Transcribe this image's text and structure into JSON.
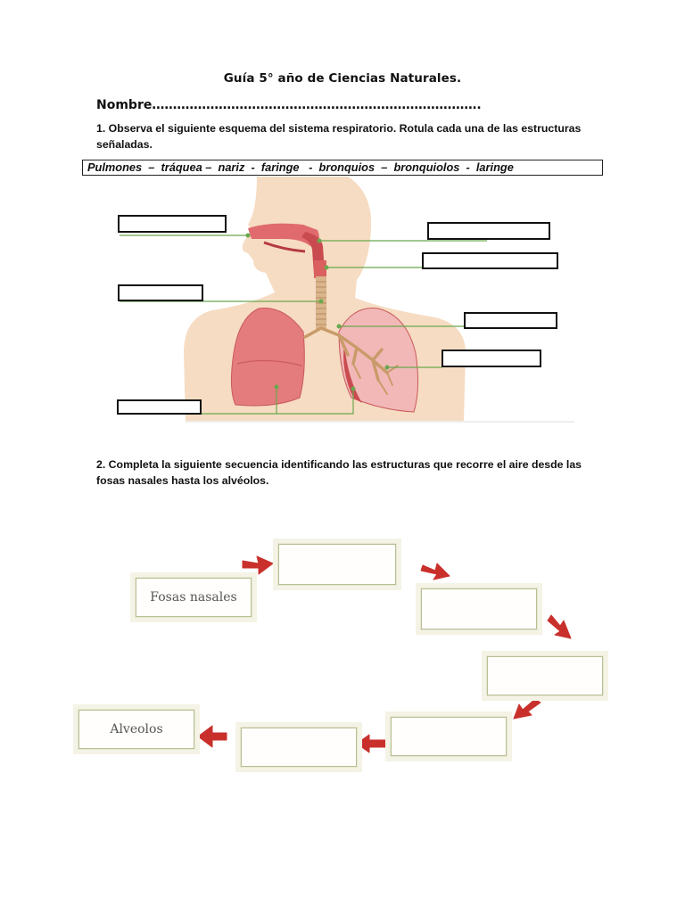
{
  "header": {
    "title": "Guía 5° año de Ciencias Naturales.",
    "nombre": "Nombre……………………………………………………………………."
  },
  "question1": {
    "text": "1. Observa el siguiente esquema del sistema respiratorio. Rotula cada una de las estructuras señaladas.",
    "word_bank": "Pulmones  –  tráquea –  nariz  -  faringe   -  bronquios  –  bronquiolos  -  laringe"
  },
  "diagram": {
    "image": "respiratory-system-illustration",
    "label_boxes": [
      "",
      "",
      "",
      "",
      "",
      "",
      ""
    ]
  },
  "question2": {
    "text": "2. Completa la siguiente secuencia identificando las estructuras que recorre el aire desde las fosas nasales hasta los alvéolos.",
    "start_label": "Fosas nasales",
    "end_label": "Alveolos",
    "blank_steps": [
      "",
      "",
      "",
      "",
      "",
      ""
    ]
  },
  "colors": {
    "line_green": "#6aa84f",
    "arrow_red": "#c9302c",
    "skin": "#f6dcc2",
    "lung": "#e47b7c",
    "trachea": "#d9b58c"
  }
}
